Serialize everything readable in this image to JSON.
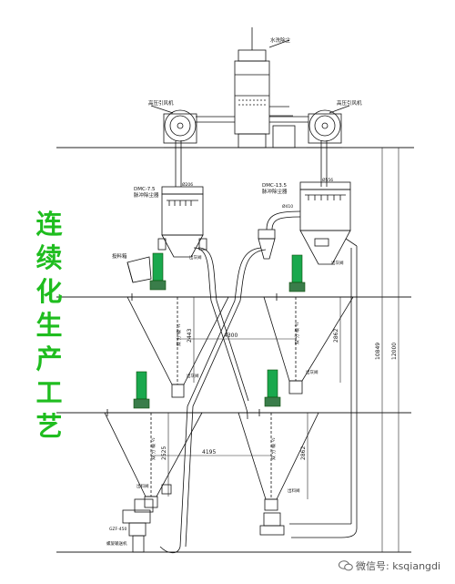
{
  "title": {
    "chars": [
      "连",
      "续",
      "化",
      "生",
      "产",
      "工",
      "艺"
    ]
  },
  "labels": {
    "scrubber": "水洗除尘",
    "fan_left": "高压引风机",
    "fan_right": "高压引风机",
    "collector_left_model": "DMC-7.5",
    "collector_left_name": "脉冲除尘器",
    "collector_right_model": "DMC-13.5",
    "collector_right_name": "脉冲除尘器",
    "feeder": "投料箱",
    "valve": "出灰阀",
    "valve2": "出料阀",
    "mixer_text": "双 分 级 ½",
    "bottom_unit": "GZF-450",
    "bottom_unit2": "螺旋输送机",
    "d_top_left": "Ø206",
    "d_top_right": "Ø556",
    "d_small": "Ø410"
  },
  "dimensions": {
    "h1": "2443",
    "h2": "2525",
    "h3": "2862",
    "h4": "2862",
    "w1": "4300",
    "w2": "4195",
    "total1": "10849",
    "total2": "12000"
  },
  "watermark": {
    "text": "微信号: ksqiangdi"
  }
}
